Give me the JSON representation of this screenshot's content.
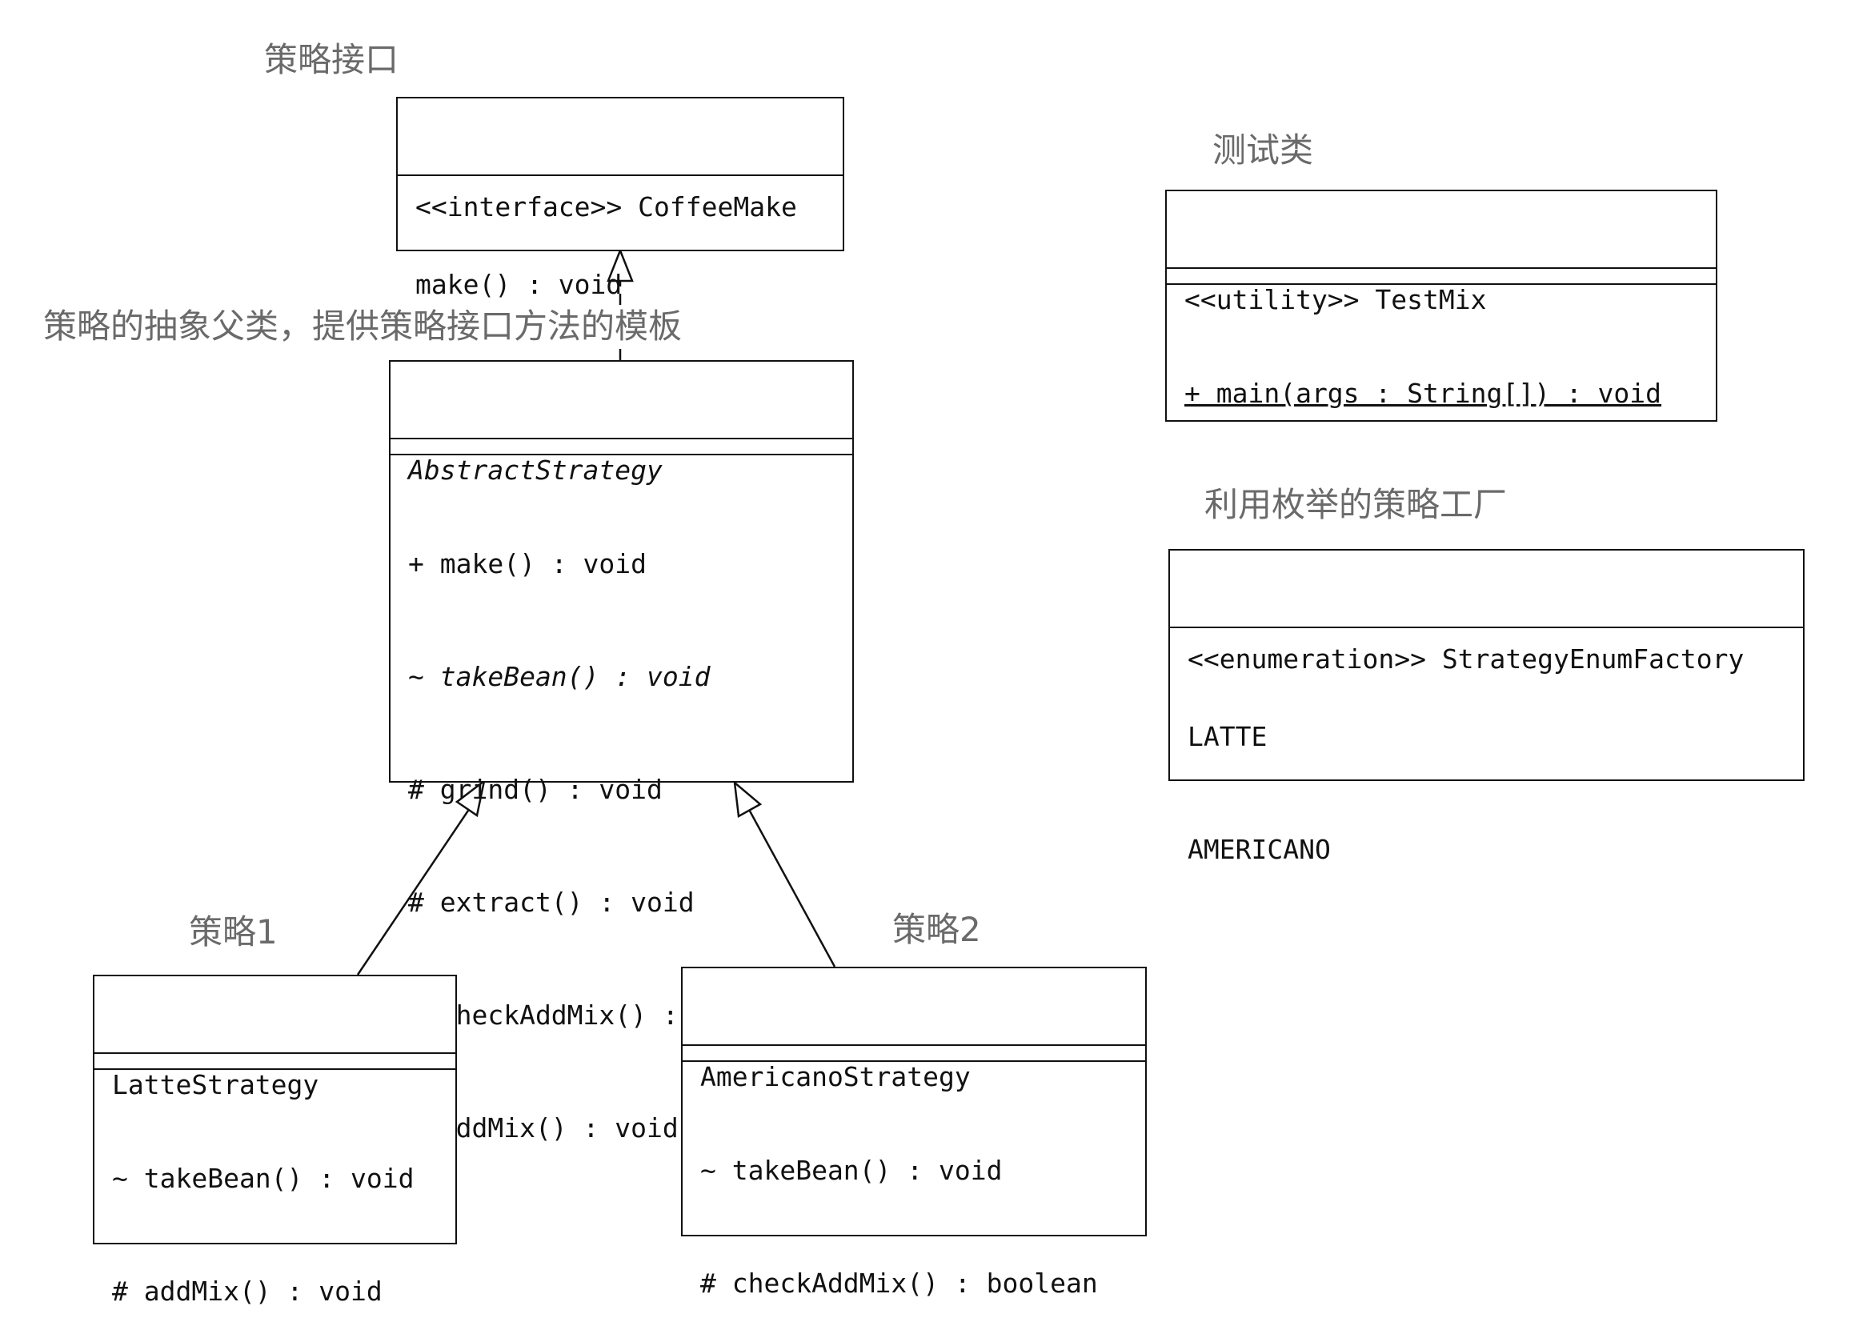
{
  "labels": {
    "strategy_interface": "策略接口",
    "abstract_parent": "策略的抽象父类，提供策略接口方法的模板",
    "test_class": "测试类",
    "enum_factory": "利用枚举的策略工厂",
    "strategy_1": "策略1",
    "strategy_2": "策略2"
  },
  "classes": {
    "coffee_make": {
      "title": "<<interface>> CoffeeMake",
      "methods": [
        "make() : void"
      ]
    },
    "abstract_strategy": {
      "title": "AbstractStrategy",
      "methods": [
        "+ make() : void",
        "~ takeBean() : void",
        "# grind() : void",
        "# extract() : void",
        "# checkAddMix() : boolean",
        "# addMix() : void"
      ]
    },
    "test_mix": {
      "title": "<<utility>> TestMix",
      "methods": [
        "+ main(args : String[]) : void"
      ]
    },
    "strategy_enum_factory": {
      "title": "<<enumeration>> StrategyEnumFactory",
      "literals": [
        "LATTE",
        "AMERICANO"
      ]
    },
    "latte_strategy": {
      "title": "LatteStrategy",
      "methods": [
        "~ takeBean() : void",
        "# addMix() : void"
      ]
    },
    "americano_strategy": {
      "title": "AmericanoStrategy",
      "methods": [
        "~ takeBean() : void",
        "# checkAddMix() : boolean"
      ]
    }
  },
  "relations": [
    {
      "kind": "realization",
      "from": "AbstractStrategy",
      "to": "CoffeeMake"
    },
    {
      "kind": "generalization",
      "from": "LatteStrategy",
      "to": "AbstractStrategy"
    },
    {
      "kind": "generalization",
      "from": "AmericanoStrategy",
      "to": "AbstractStrategy"
    }
  ],
  "colors": {
    "line": "#111111",
    "label": "#6a6a6a",
    "background": "#ffffff"
  }
}
